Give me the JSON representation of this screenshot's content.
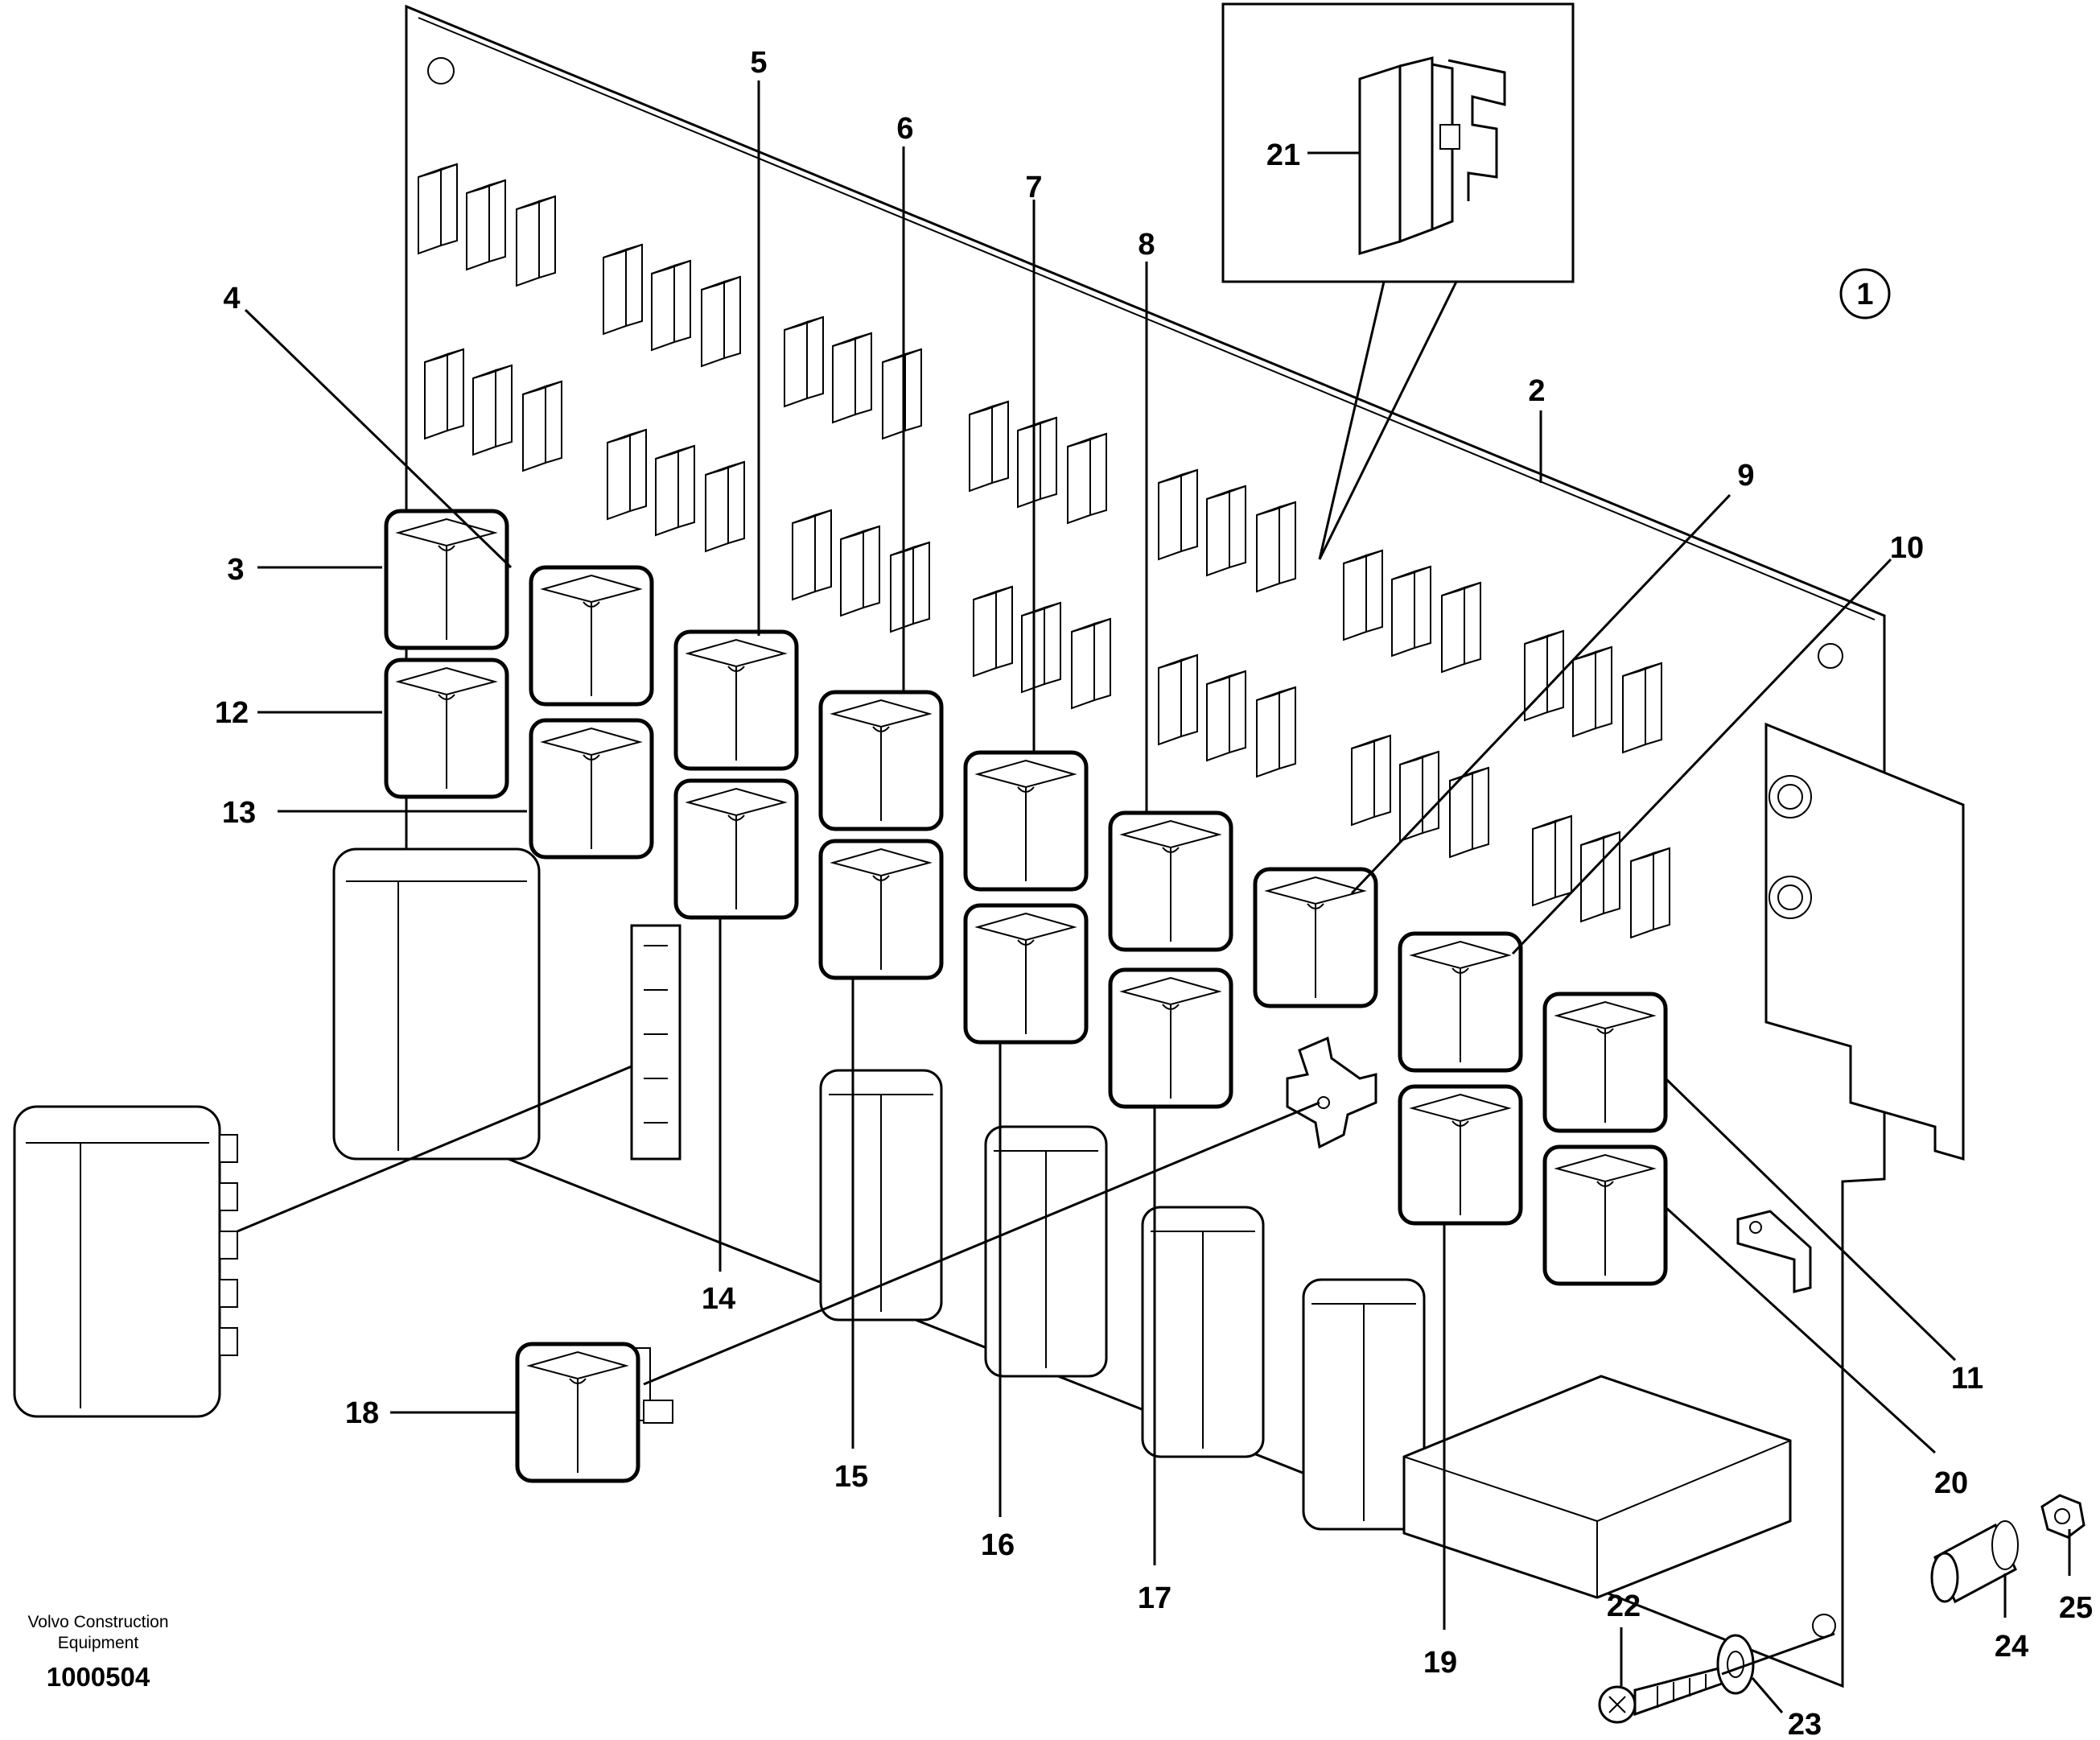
{
  "callouts": {
    "c1": "1",
    "c2": "2",
    "c3": "3",
    "c4": "4",
    "c5": "5",
    "c6": "6",
    "c7": "7",
    "c8": "8",
    "c9": "9",
    "c10": "10",
    "c11": "11",
    "c12": "12",
    "c13": "13",
    "c14": "14",
    "c15": "15",
    "c16": "16",
    "c17": "17",
    "c18": "18",
    "c19": "19",
    "c20": "20",
    "c21": "21",
    "c22": "22",
    "c23": "23",
    "c24": "24",
    "c25": "25"
  },
  "footer": {
    "line1": "Volvo Construction",
    "line2": "Equipment",
    "drawing_number": "1000504"
  }
}
